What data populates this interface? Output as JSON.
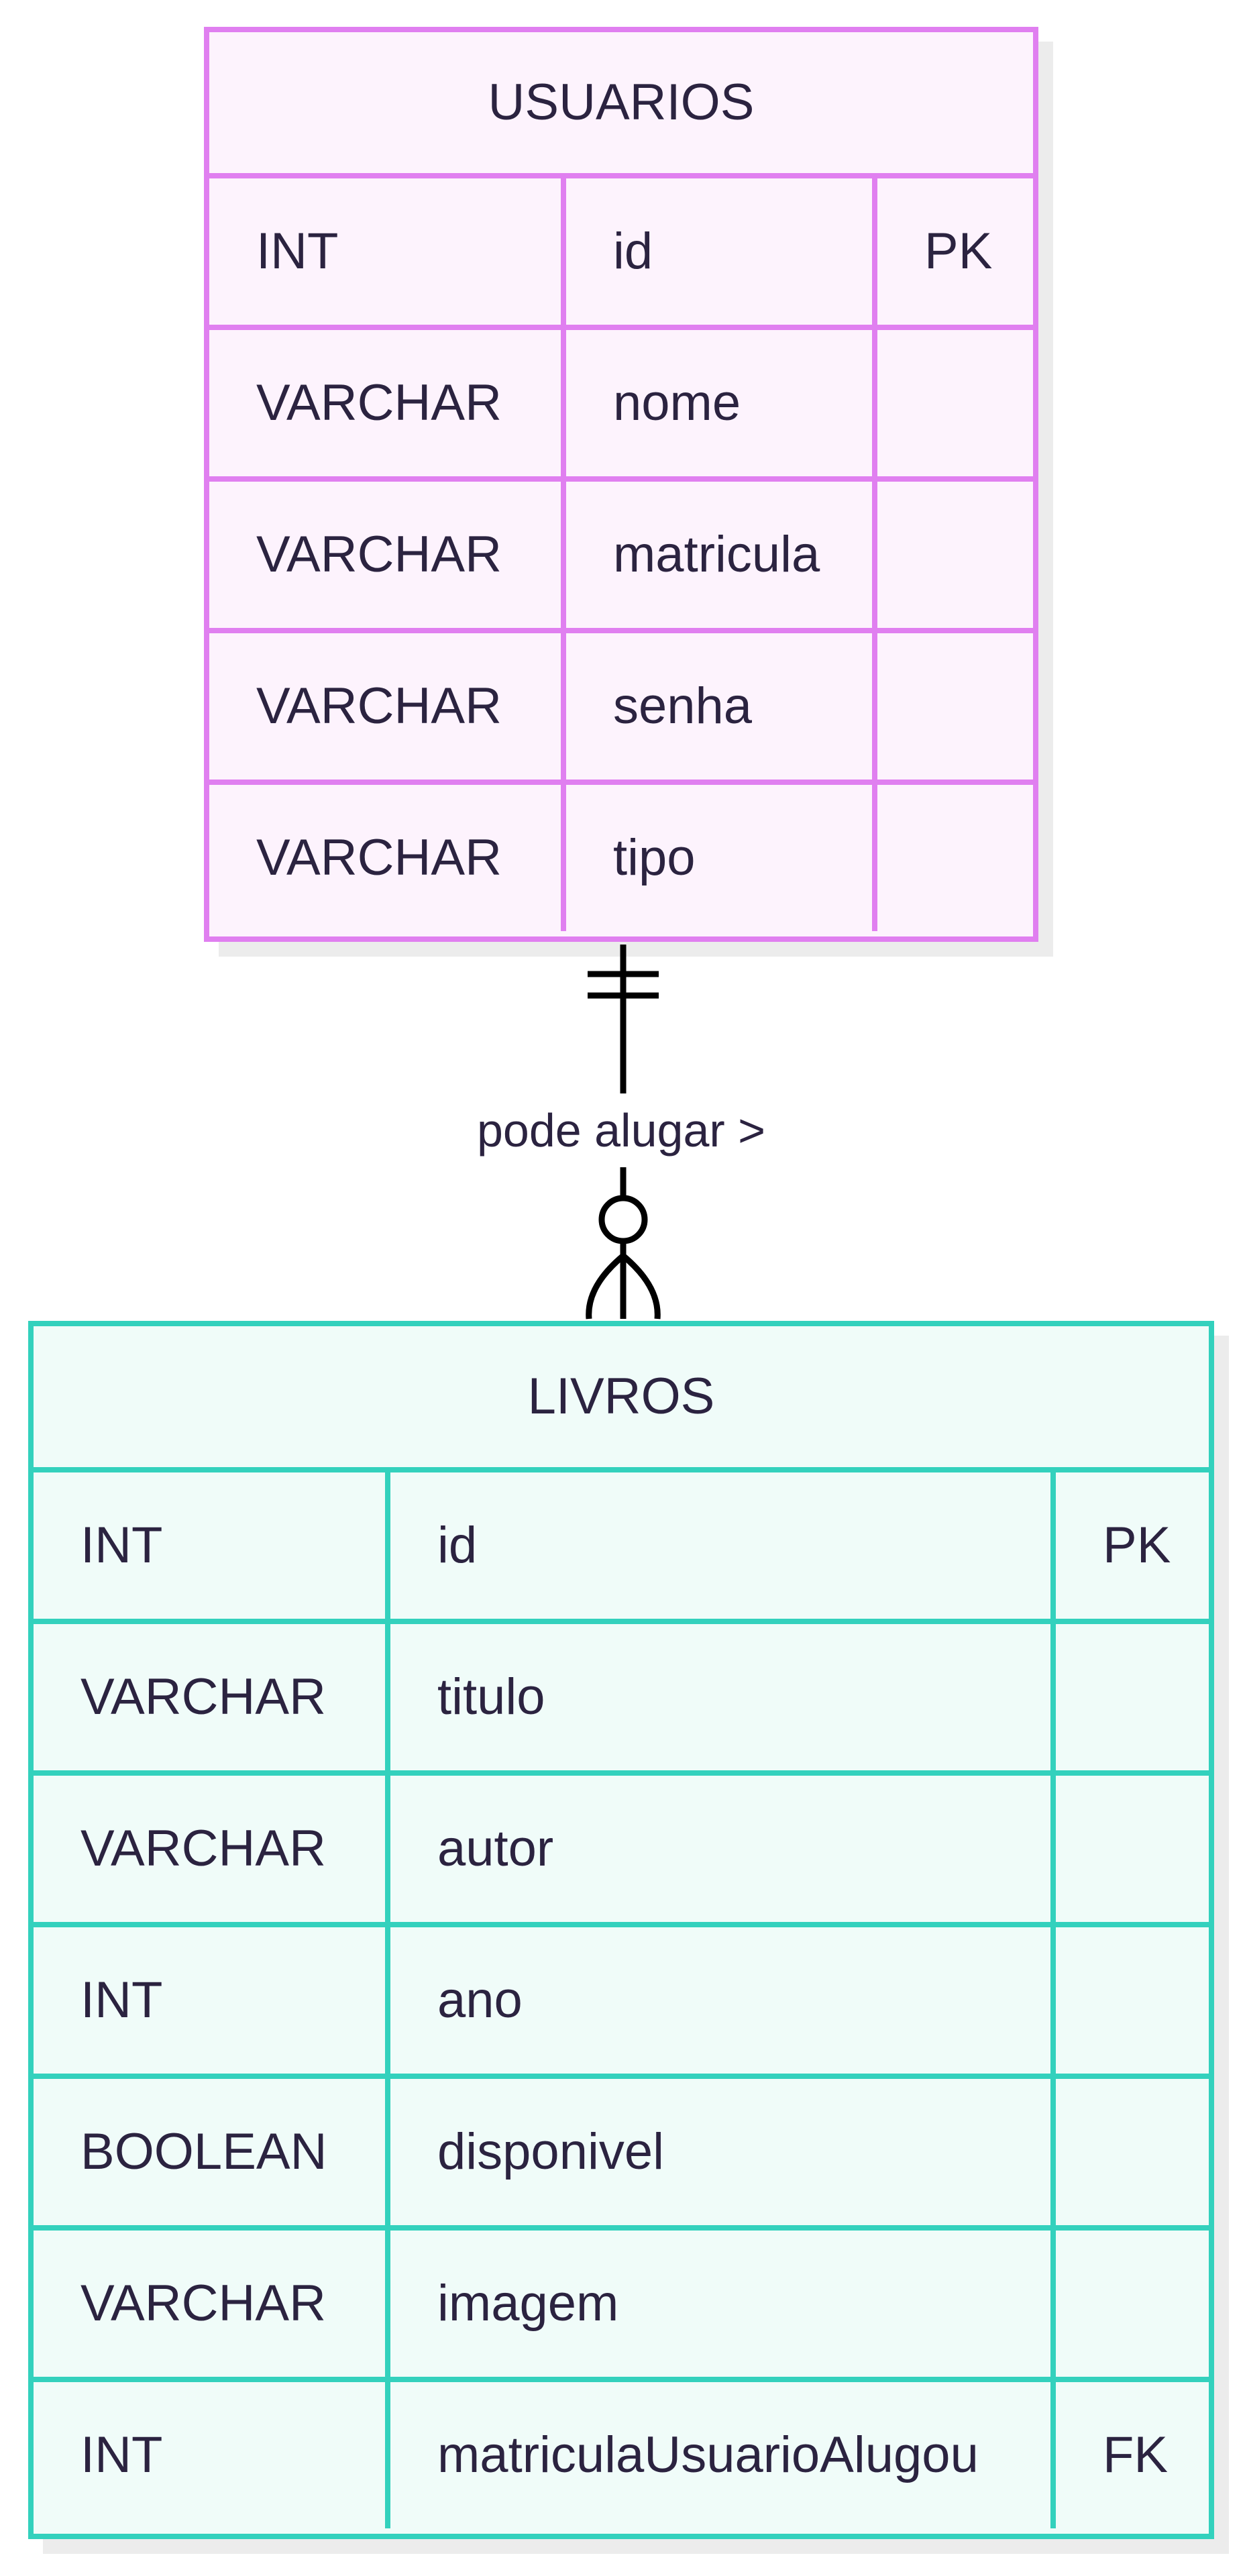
{
  "colors": {
    "usuarios_border": "#e07ff0",
    "usuarios_fill": "#fdf3fd",
    "livros_border": "#33d1bd",
    "livros_fill": "#f0fcf9",
    "line": "#000000",
    "text": "#2b2340"
  },
  "usuarios": {
    "title": "USUARIOS",
    "rows": [
      {
        "type": "INT",
        "name": "id",
        "key": "PK"
      },
      {
        "type": "VARCHAR",
        "name": "nome",
        "key": ""
      },
      {
        "type": "VARCHAR",
        "name": "matricula",
        "key": ""
      },
      {
        "type": "VARCHAR",
        "name": "senha",
        "key": ""
      },
      {
        "type": "VARCHAR",
        "name": "tipo",
        "key": ""
      }
    ]
  },
  "livros": {
    "title": "LIVROS",
    "rows": [
      {
        "type": "INT",
        "name": "id",
        "key": "PK"
      },
      {
        "type": "VARCHAR",
        "name": "titulo",
        "key": ""
      },
      {
        "type": "VARCHAR",
        "name": "autor",
        "key": ""
      },
      {
        "type": "INT",
        "name": "ano",
        "key": ""
      },
      {
        "type": "BOOLEAN",
        "name": "disponivel",
        "key": ""
      },
      {
        "type": "VARCHAR",
        "name": "imagem",
        "key": ""
      },
      {
        "type": "INT",
        "name": "matriculaUsuarioAlugou",
        "key": "FK"
      }
    ]
  },
  "relationship": {
    "label": "pode alugar >",
    "from_cardinality": "exactly-one",
    "to_cardinality": "zero-or-many"
  }
}
